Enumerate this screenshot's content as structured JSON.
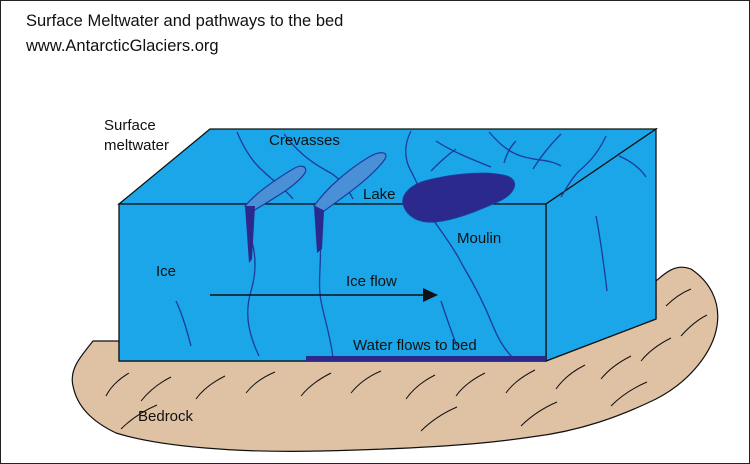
{
  "header": {
    "title": "Surface Meltwater and pathways to the bed",
    "website": "www.AntarcticGlaciers.org"
  },
  "labels": {
    "surface_meltwater": [
      "Surface",
      "meltwater"
    ],
    "crevasses": "Crevasses",
    "lake": "Lake",
    "moulin": "Moulin",
    "ice": "Ice",
    "ice_flow": "Ice flow",
    "water_flows_to_bed": "Water flows to bed",
    "bedrock": "Bedrock"
  },
  "colors": {
    "ice": "#1aa6e9",
    "crack_lines": "#1d3a9a",
    "meltwater": "#2b2a8c",
    "crevasse_fill": "#4a90d6",
    "bedrock": "#dfc1a4",
    "outline": "#111111"
  }
}
